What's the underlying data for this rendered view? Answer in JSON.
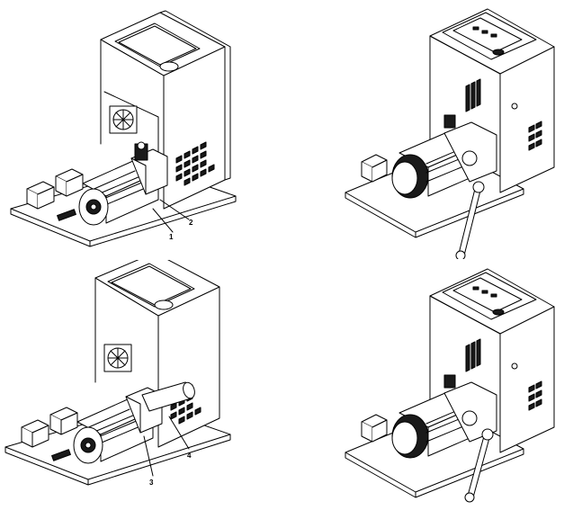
{
  "figure": {
    "panels": [
      {
        "id": "top-left",
        "callouts": [
          "1",
          "2"
        ]
      },
      {
        "id": "top-right",
        "callouts": []
      },
      {
        "id": "bottom-left",
        "callouts": [
          "3",
          "4"
        ]
      },
      {
        "id": "bottom-right",
        "callouts": []
      }
    ]
  }
}
